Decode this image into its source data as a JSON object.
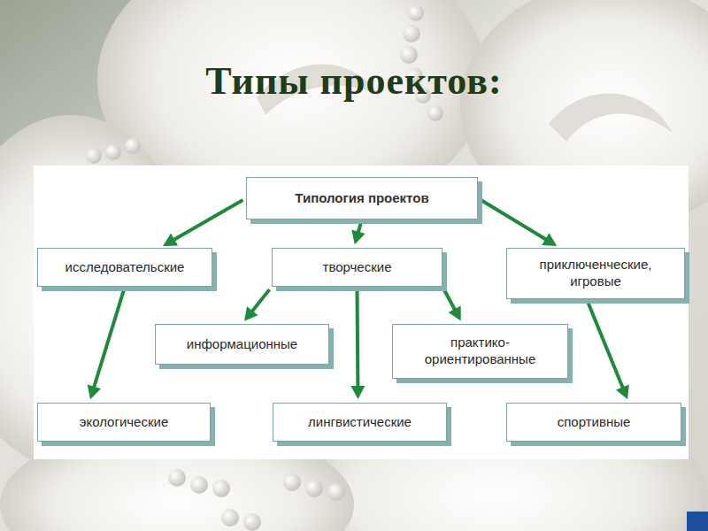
{
  "diagram": {
    "title": "Типы проектов:",
    "nodes": [
      {
        "text": [
          "Типология проектов"
        ]
      },
      {
        "text": [
          "исследовательские"
        ]
      },
      {
        "text": [
          "творческие"
        ]
      },
      {
        "text": [
          "приключенческие, игровые"
        ]
      },
      {
        "text": [
          "информационные"
        ]
      },
      {
        "text": [
          "практико-ориентированные"
        ]
      },
      {
        "text": [
          "экологические"
        ]
      },
      {
        "text": [
          "лингвистические"
        ]
      },
      {
        "text": [
          "спортивные"
        ]
      }
    ],
    "edges": [
      {
        "from": 0,
        "to": 1,
        "arrow": "to"
      },
      {
        "from": 0,
        "to": 2,
        "arrow": "to"
      },
      {
        "from": 0,
        "to": 3,
        "arrow": "to"
      },
      {
        "from": 2,
        "to": 4,
        "arrow": "to"
      },
      {
        "from": 2,
        "to": 5,
        "arrow": "to"
      },
      {
        "from": 2,
        "to": 7,
        "arrow": "to"
      },
      {
        "from": 1,
        "to": 6,
        "arrow": "to"
      },
      {
        "from": 3,
        "to": 8,
        "arrow": "to"
      }
    ]
  }
}
